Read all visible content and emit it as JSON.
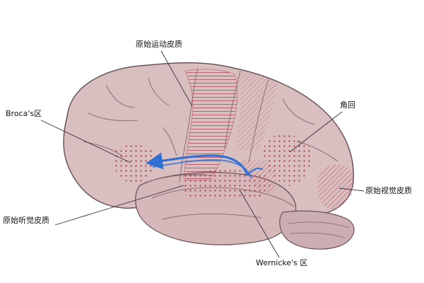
{
  "labels": {
    "primary_motor_cortex": "原始运动皮质",
    "broca_area": "Broca's区",
    "angular_gyrus": "角回",
    "primary_visual_cortex": "原始视觉皮质",
    "primary_auditory_cortex": "原始听觉皮质",
    "wernicke_area": "Wernicke's 区"
  },
  "colors": {
    "brain_fill": "#d9bfc0",
    "brain_outline": "#6b5558",
    "sulcus": "#8a6e72",
    "highlight_region": "#c98c98",
    "hatch": "#b85a6e",
    "dots": "#b0334e",
    "pathway": "#2f6fd6",
    "pointer_line": "#333333"
  }
}
